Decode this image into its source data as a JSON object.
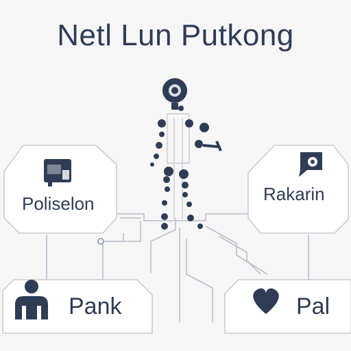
{
  "diagram": {
    "title": "Netl Lun Putkong",
    "nodes": [
      {
        "id": "left",
        "label": "Poliselon",
        "icon": "monitor-icon"
      },
      {
        "id": "right",
        "label": "Rakarin",
        "icon": "chat-bubble-icon"
      },
      {
        "id": "bottom-left",
        "label": "Pank",
        "icon": "person-icon"
      },
      {
        "id": "bottom-right",
        "label": "Pal",
        "icon": "heart-icon"
      }
    ],
    "center_figure": "robot-figure-icon",
    "colors": {
      "ink": "#2f3c55",
      "line": "#b9bec7",
      "box_border": "#c9ccd2",
      "box_fill": "#ffffff",
      "background": "#f6f6f7"
    }
  }
}
